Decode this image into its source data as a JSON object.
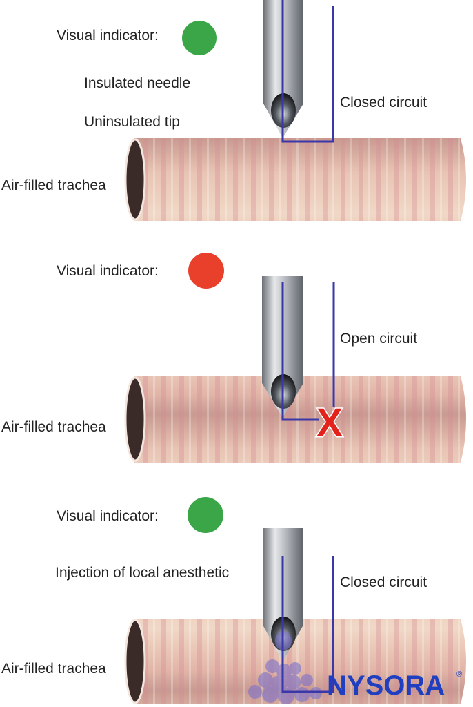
{
  "panels": [
    {
      "indicator_label": "Visual indicator:",
      "indicator_color": "#3aa648",
      "labels": [
        "Insulated needle",
        "Uninsulated tip"
      ],
      "circuit_label": "Closed circuit",
      "trachea_label": "Air-filled trachea"
    },
    {
      "indicator_label": "Visual indicator:",
      "indicator_color": "#e8402a",
      "circuit_label": "Open circuit",
      "trachea_label": "Air-filled trachea",
      "break_mark": "X"
    },
    {
      "indicator_label": "Visual indicator:",
      "indicator_color": "#3aa648",
      "labels": [
        "Injection of local anesthetic"
      ],
      "circuit_label": "Closed circuit",
      "trachea_label": "Air-filled trachea"
    }
  ],
  "logo": {
    "text": "NYSORA",
    "mark": "®"
  }
}
